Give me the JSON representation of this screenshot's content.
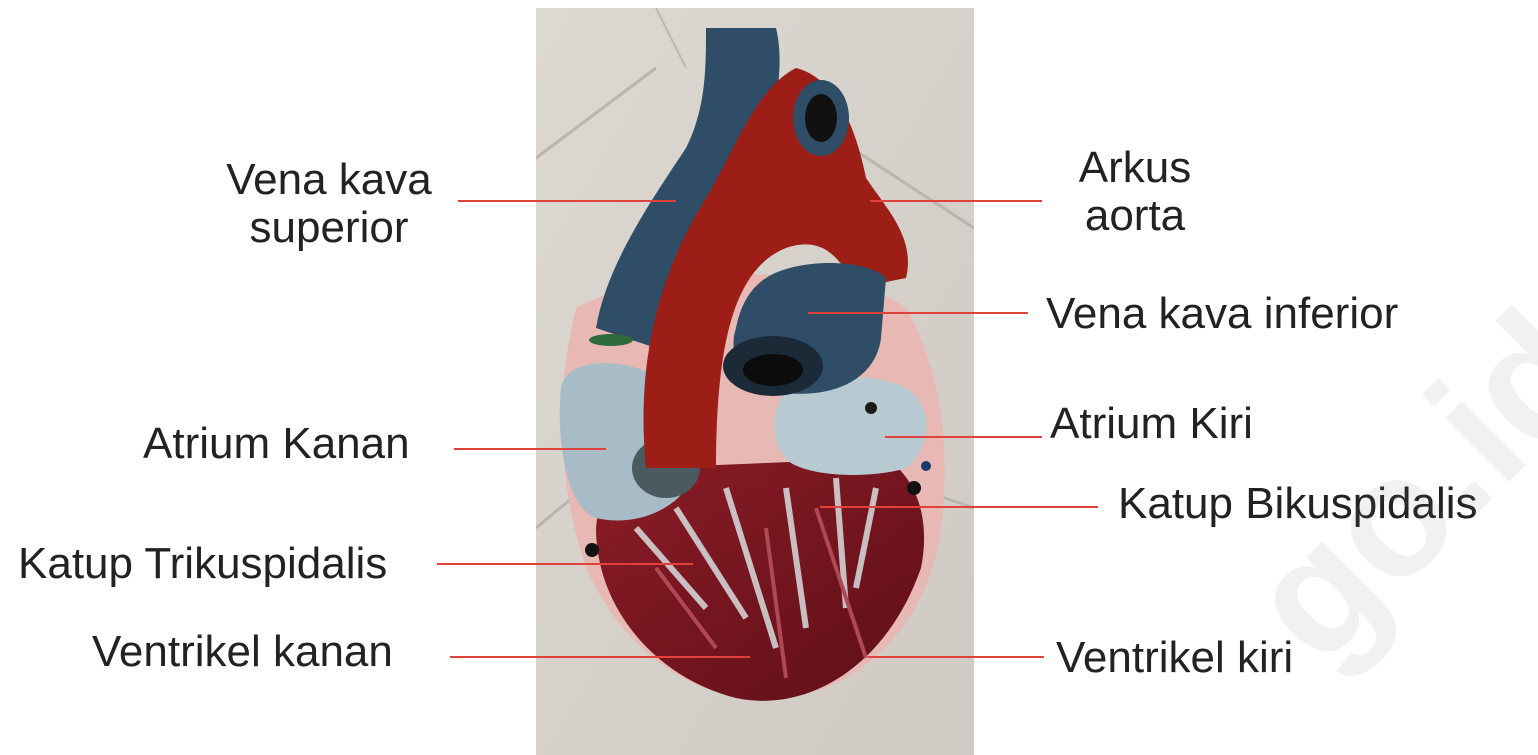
{
  "labels": {
    "vena_kava_superior": [
      "Vena kava",
      "superior"
    ],
    "arkus_aorta": [
      "Arkus",
      "aorta"
    ],
    "vena_kava_inferior": "Vena kava inferior",
    "atrium_kanan": "Atrium Kanan",
    "atrium_kiri": "Atrium Kiri",
    "katup_bikuspidalis": "Katup Bikuspidalis",
    "katup_trikuspidalis": "Katup Trikuspidalis",
    "ventrikel_kanan": "Ventrikel kanan",
    "ventrikel_kiri": "Ventrikel kiri"
  },
  "watermark": "go.id",
  "colors": {
    "leader_line": "#e0413b",
    "text": "#222222",
    "vena_blue": "#2f4d66",
    "aorta_red": "#9c1e17",
    "myocardium": "#7a1620",
    "atrium_blue": "#a7bcc6",
    "pericardium_pink": "#e8b9b4",
    "floor": "#d8d4ce"
  }
}
